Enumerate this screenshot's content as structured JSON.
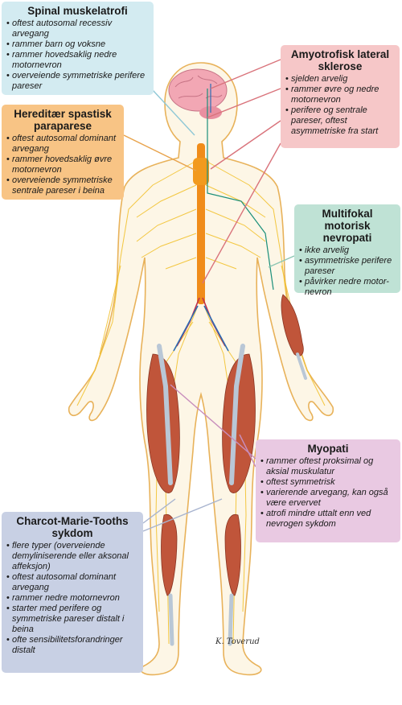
{
  "boxes": {
    "spinal_muscular_atrophy": {
      "title": "Spinal muskelatrofi",
      "items": [
        "oftest autosomal recessiv arvegang",
        "rammer barn og voksne",
        "rammer hovedsaklig nedre motornevron",
        "overveiende symmetriske perifere pareser"
      ],
      "color": "#d3ebf1"
    },
    "als": {
      "title": "Amyotrofisk lateral sklerose",
      "items": [
        "sjelden arvelig",
        "rammer øvre og nedre motornevron",
        "perifere og sentrale pareser, oftest asymmetriske fra start"
      ],
      "color": "#f6c7c8"
    },
    "hereditary_spastic_paraparesis": {
      "title": "Hereditær spastisk paraparese",
      "items": [
        "oftest autosomal dominant arvegang",
        "rammer hovedsaklig øvre motornevron",
        "overveiende symmetriske sentrale pareser i beina"
      ],
      "color": "#f8c485"
    },
    "multifocal_motor_neuropathy": {
      "title": "Multifokal motorisk nevropati",
      "items": [
        "ikke arvelig",
        "asymmetriske perifere pareser",
        "påvirker nedre motor-nevron"
      ],
      "color": "#bfe2d5"
    },
    "myopathy": {
      "title": "Myopati",
      "items": [
        "rammer oftest proksimal og aksial muskulatur",
        "oftest symmetrisk",
        "varierende arvegang, kan også være ervervet",
        "atrofi mindre uttalt enn ved nevrogen sykdom"
      ],
      "color": "#e9c9e2"
    },
    "charcot_marie_tooth": {
      "title": "Charcot-Marie-Tooths sykdom",
      "items": [
        "flere typer (overveiende demyliniserende eller aksonal affeksjon)",
        "oftest autosomal dominant arvegang",
        "rammer nedre motornevron",
        "starter med perifere og symmetriske pareser distalt i beina",
        "ofte sensibilitetsforandringer distalt"
      ],
      "color": "#c8d0e4"
    }
  },
  "signature": "K. Toverud",
  "colors": {
    "skin_outline": "#e8b25a",
    "nerve": "#f2c230",
    "spinal_cord": "#f08c1a",
    "brain": "#f2a7b4",
    "muscle": "#c0553a",
    "tendon": "#b9c7d6",
    "artery": "#c0304a",
    "vein": "#2c6db3"
  }
}
